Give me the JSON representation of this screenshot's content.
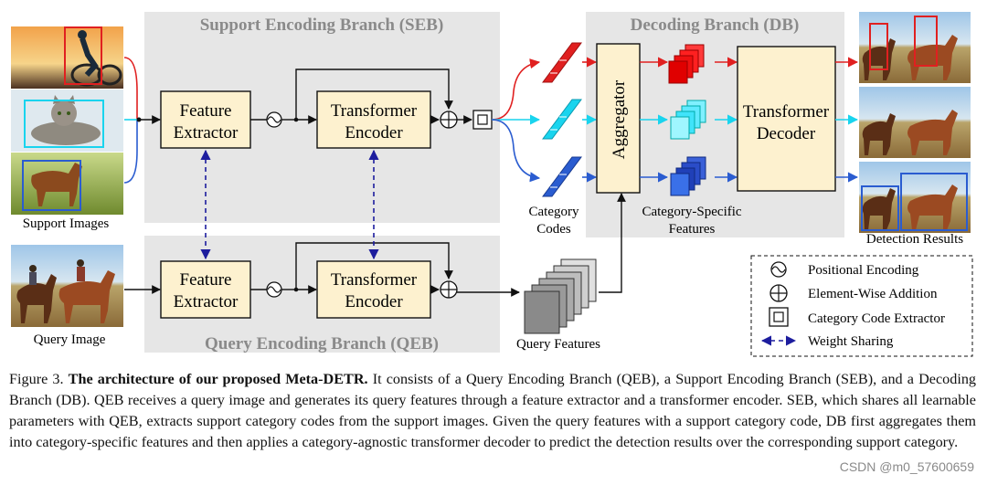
{
  "seb": {
    "title": "Support Encoding Branch (SEB)"
  },
  "qeb": {
    "title": "Query Encoding Branch (QEB)"
  },
  "db": {
    "title": "Decoding Branch (DB)"
  },
  "blocks": {
    "feature_extractor_line1": "Feature",
    "feature_extractor_line2": "Extractor",
    "transformer_encoder_line1": "Transformer",
    "transformer_encoder_line2": "Encoder",
    "aggregator": "Aggregator",
    "transformer_decoder_line1": "Transformer",
    "transformer_decoder_line2": "Decoder"
  },
  "labels": {
    "support_images": "Support Images",
    "query_image": "Query Image",
    "category_codes_line1": "Category",
    "category_codes_line2": "Codes",
    "category_specific_line1": "Category-Specific",
    "category_specific_line2": "Features",
    "query_features": "Query Features",
    "detection_results": "Detection Results"
  },
  "legend": {
    "positional_encoding": "Positional Encoding",
    "element_wise_addition": "Element-Wise Addition",
    "category_code_extractor": "Category Code Extractor",
    "weight_sharing": "Weight Sharing"
  },
  "caption": {
    "figure_number": "Figure 3.",
    "title": "The architecture of our proposed Meta-DETR.",
    "text": "It consists of a Query Encoding Branch (QEB), a Support Encoding Branch (SEB), and a Decoding Branch (DB). QEB receives a query image and generates its query features through a feature extractor and a transformer encoder.  SEB, which shares all learnable parameters with QEB, extracts support category codes from the support images. Given the query features with a support category code, DB first aggregates them into category-specific features and then applies a category-agnostic transformer decoder to predict the detection results over the corresponding support category."
  },
  "watermark": "CSDN @m0_57600659",
  "colors": {
    "branch_bg": "#e6e6e6",
    "block_fill": "#fdf1cf",
    "red": "#e02020",
    "cyan": "#19d4ee",
    "blue": "#2a5cd0",
    "weight_sharing": "#1d1d9e"
  }
}
